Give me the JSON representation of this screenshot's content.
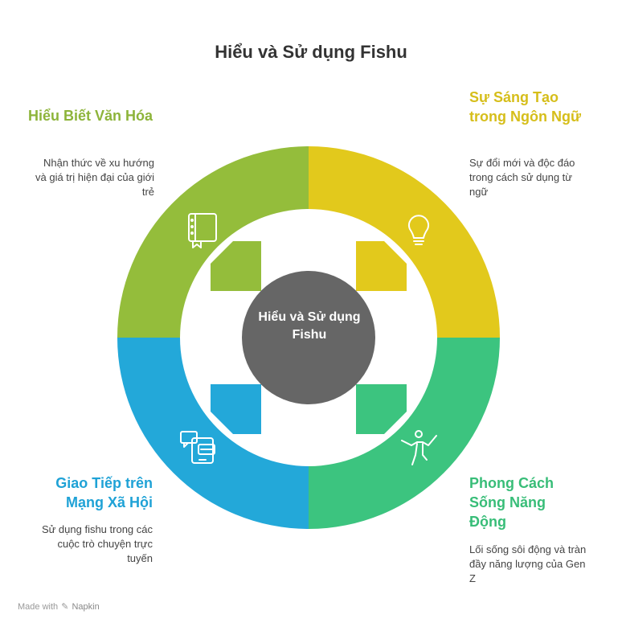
{
  "title": "Hiểu và Sử dụng Fishu",
  "center": {
    "label": "Hiểu và Sử dụng Fishu",
    "color": "#666666"
  },
  "segments": [
    {
      "key": "culture",
      "heading": "Hiểu Biết Văn Hóa",
      "description": "Nhận thức về xu hướng và giá trị hiện đại của giới trẻ",
      "color": "#94BD3B",
      "heading_color": "#8DB43A",
      "icon": "book-icon"
    },
    {
      "key": "creativity",
      "heading": "Sự Sáng Tạo trong Ngôn Ngữ",
      "description": "Sự đổi mới và độc đáo trong cách sử dụng từ ngữ",
      "color": "#E2C91C",
      "heading_color": "#D6BE1A",
      "icon": "lightbulb-icon"
    },
    {
      "key": "communication",
      "heading": "Giao Tiếp trên Mạng Xã Hội",
      "description": "Sử dụng fishu trong các cuộc trò chuyện trực tuyến",
      "color": "#23A8D9",
      "heading_color": "#1FA2D6",
      "icon": "chat-phone-icon"
    },
    {
      "key": "lifestyle",
      "heading": "Phong Cách Sống Năng Động",
      "description": "Lối sống sôi động và tràn đầy năng lượng của Gen Z",
      "color": "#3CC47F",
      "heading_color": "#38BD78",
      "icon": "running-person-icon"
    }
  ],
  "footer": {
    "made_with": "Made with",
    "brand": "Napkin"
  }
}
